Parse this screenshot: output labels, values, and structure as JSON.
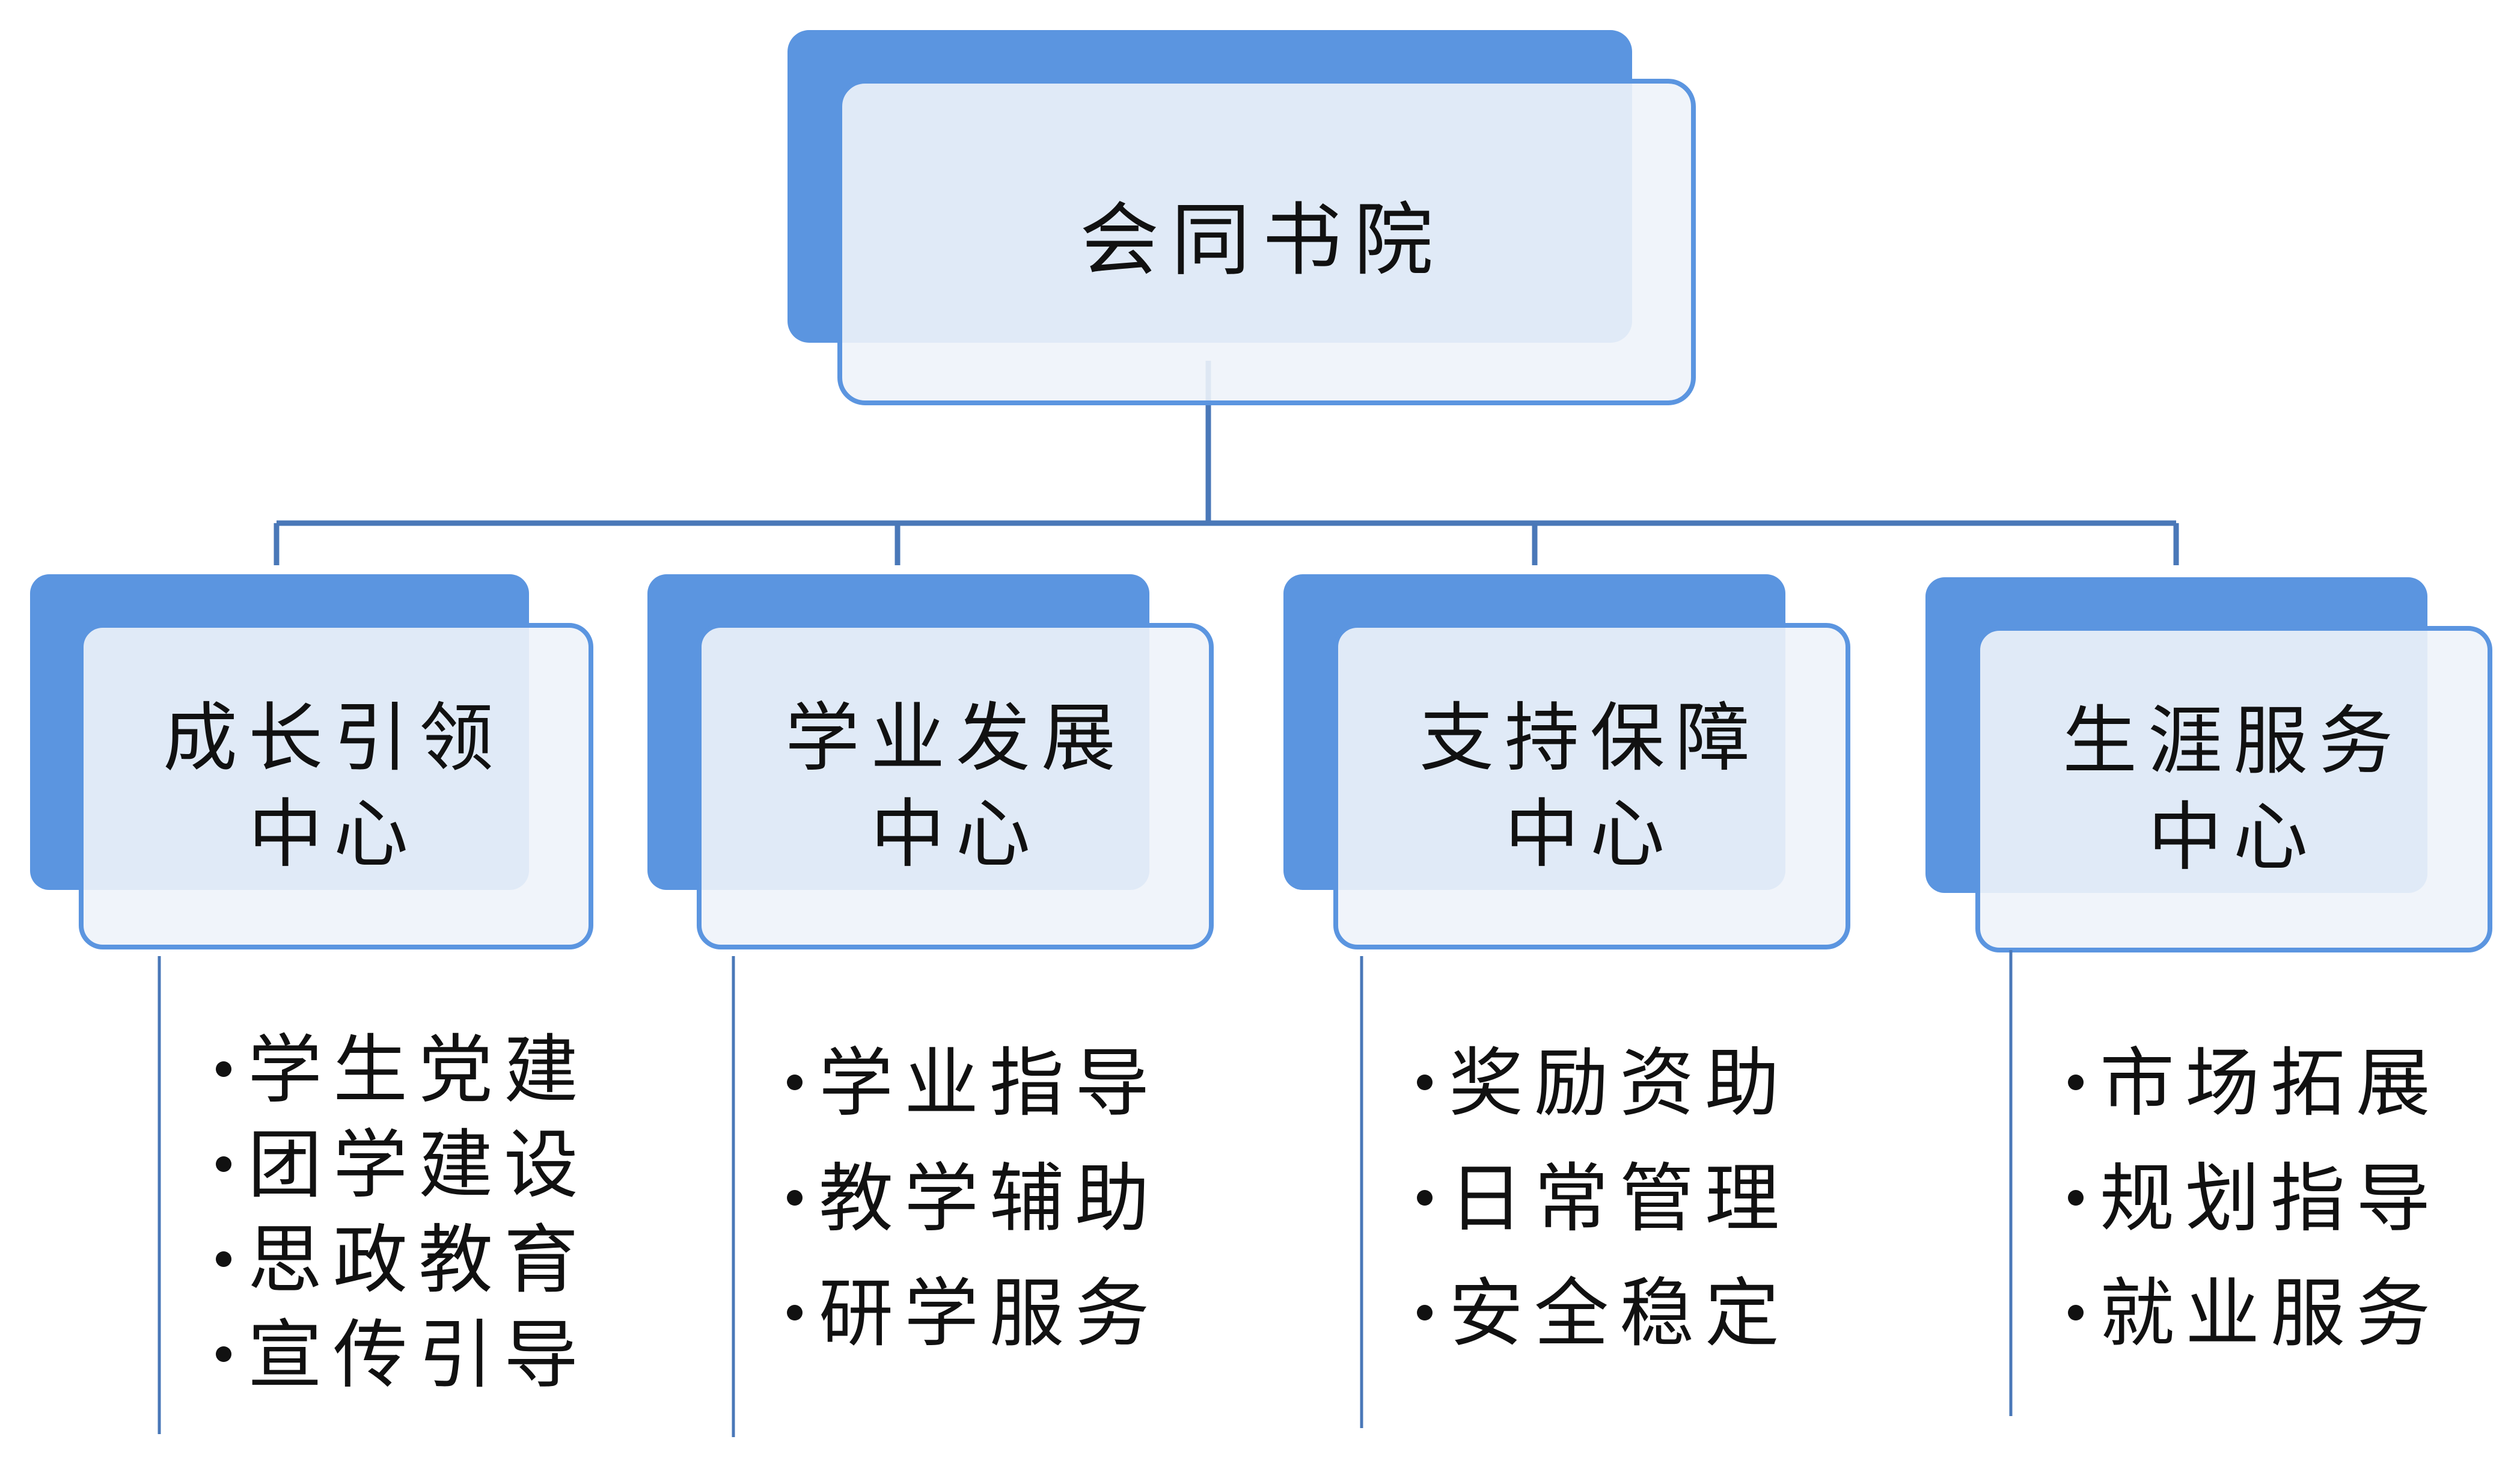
{
  "root": {
    "label": "会同书院"
  },
  "centers": [
    {
      "name": "成长引领",
      "suffix": "中心",
      "items": [
        "学生党建",
        "团学建设",
        "思政教育",
        "宣传引导"
      ]
    },
    {
      "name": "学业发展",
      "suffix": "中心",
      "items": [
        "学业指导",
        "教学辅助",
        "研学服务"
      ]
    },
    {
      "name": "支持保障",
      "suffix": "中心",
      "items": [
        "奖励资助",
        "日常管理",
        "安全稳定"
      ]
    },
    {
      "name": "生涯服务",
      "suffix": "中心",
      "items": [
        "市场拓展",
        "规划指导",
        "就业服务"
      ]
    }
  ],
  "colors": {
    "box_accent": "#5b95e0",
    "box_fill": "#eef3fa",
    "connector": "#4a78b8"
  }
}
